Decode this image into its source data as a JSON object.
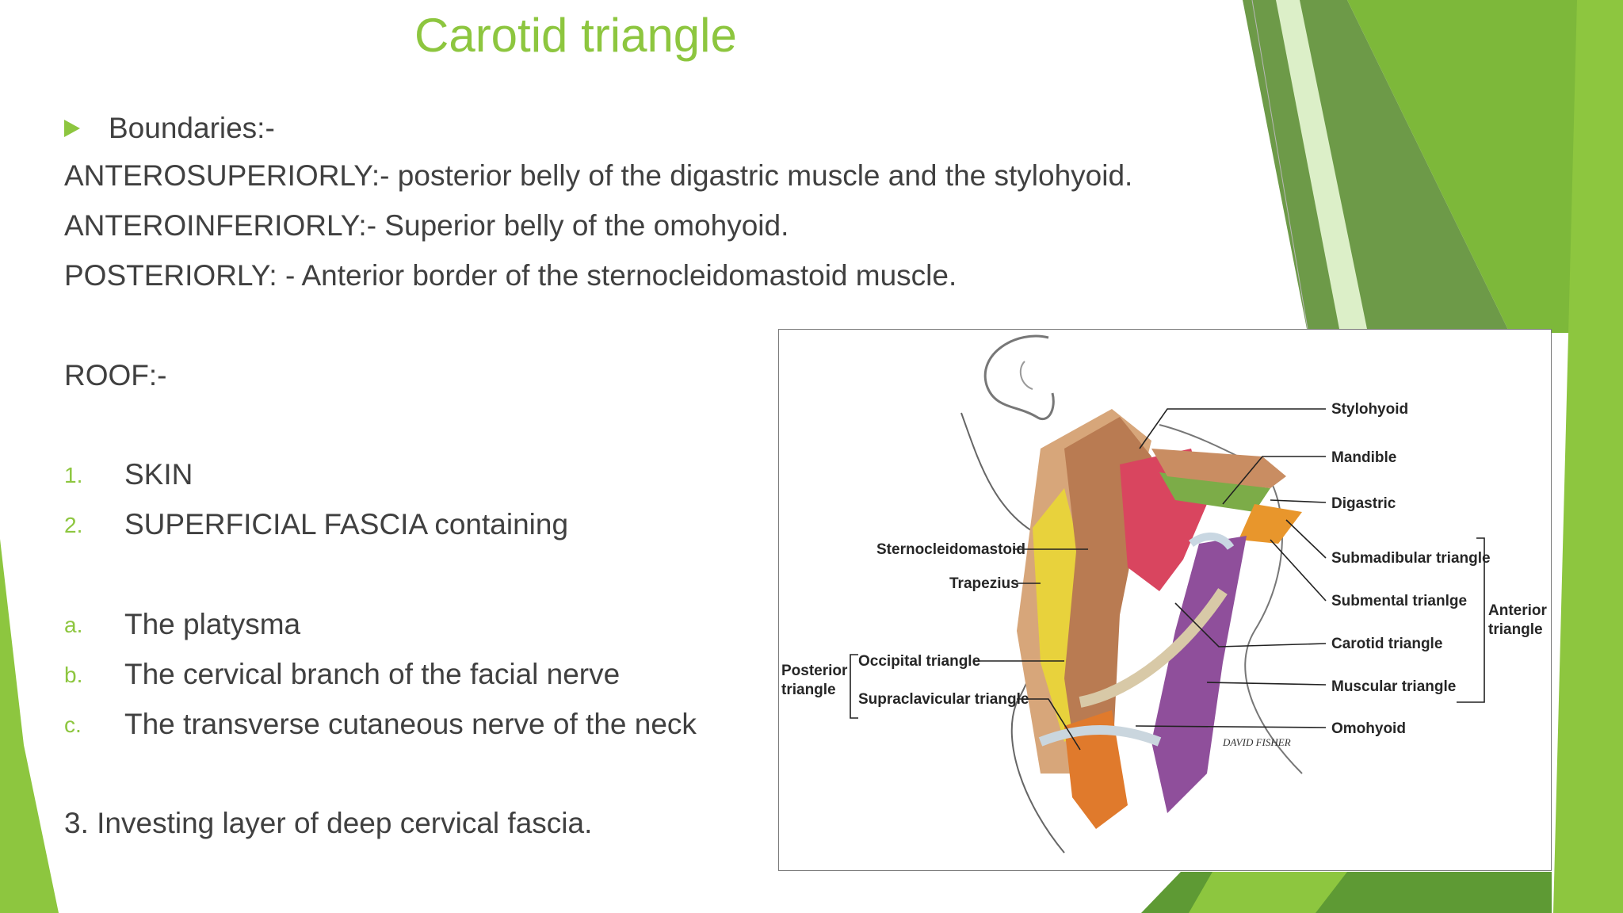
{
  "slide": {
    "title": "Carotid triangle",
    "bullet": "Boundaries:-",
    "boundaries": [
      "ANTEROSUPERIORLY:-  posterior belly of the digastric muscle and the stylohyoid.",
      "ANTEROINFERIORLY:- Superior belly of the omohyoid.",
      "POSTERIORLY: - Anterior border of the sternocleidomastoid muscle."
    ],
    "roof_heading": "ROOF:-",
    "roof_items": [
      {
        "marker": "1.",
        "text": "SKIN"
      },
      {
        "marker": "2.",
        "text": "SUPERFICIAL FASCIA  containing"
      }
    ],
    "fascia_items": [
      {
        "marker": "a.",
        "text": "The platysma"
      },
      {
        "marker": "b.",
        "text": "The cervical branch of the facial nerve"
      },
      {
        "marker": "c.",
        "text": "The transverse cutaneous nerve of the neck"
      }
    ],
    "last_item": "3. Investing layer of deep cervical fascia.",
    "accent_color": "#8dc63f"
  },
  "figure": {
    "labels": {
      "stylohyoid": "Stylohyoid",
      "mandible": "Mandible",
      "digastric": "Digastric",
      "submandibular": "Submadibular triangle",
      "submental": "Submental trianlge",
      "carotid": "Carotid triangle",
      "muscular": "Muscular triangle",
      "omohyoid": "Omohyoid",
      "sternocleidomastoid": "Sternocleidomastoid",
      "trapezius": "Trapezius",
      "occipital": "Occipital triangle",
      "supraclavicular": "Supraclavicular triangle",
      "posterior_1": "Posterior",
      "posterior_2": "triangle",
      "anterior_1": "Anterior",
      "anterior_2": "triangle",
      "signature": "DAVID FISHER"
    }
  }
}
